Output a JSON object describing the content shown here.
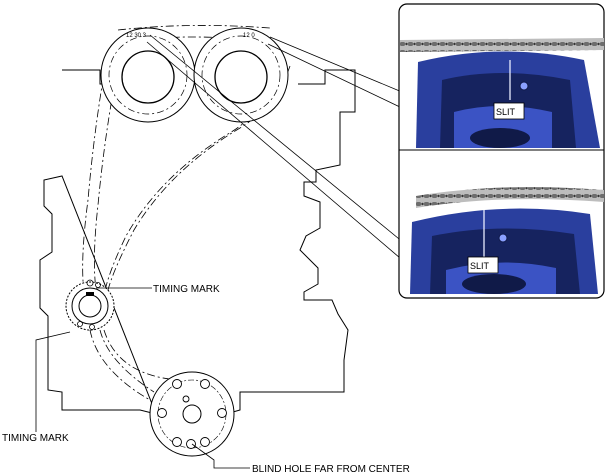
{
  "labels": {
    "timing_mark_crank": "TIMING MARK",
    "timing_mark_lower": "TIMING MARK",
    "blind_hole": "BLIND HOLE FAR FROM CENTER",
    "slit_top": "SLIT",
    "slit_bottom": "SLIT",
    "cam_left_marks": "12 30 3",
    "cam_right_marks": "12 0"
  },
  "colors": {
    "line": "#000000",
    "sprocket_blue": "#2a3f9e",
    "sprocket_dark": "#16235f",
    "chain": "#9a9a9a"
  }
}
